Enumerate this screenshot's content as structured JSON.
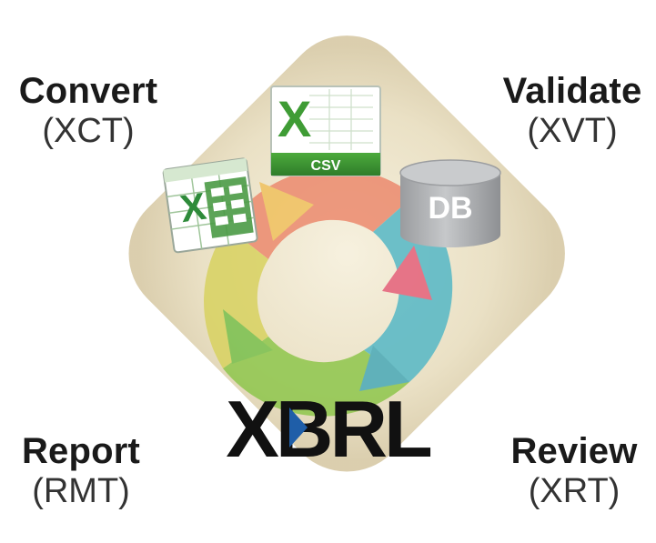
{
  "corners": {
    "convert": {
      "title": "Convert",
      "code": "(XCT)"
    },
    "validate": {
      "title": "Validate",
      "code": "(XVT)"
    },
    "report": {
      "title": "Report",
      "code": "(RMT)"
    },
    "review": {
      "title": "Review",
      "code": "(XRT)"
    }
  },
  "icons": {
    "spreadsheet": {
      "glyph": "X"
    },
    "csv": {
      "glyph": "X",
      "label": "CSV"
    },
    "database": {
      "label": "DB"
    }
  },
  "logo": {
    "text": "XBRL"
  },
  "colors": {
    "background_diamond": "#e8dfc4",
    "cycle_red": "#e05a6a",
    "cycle_teal": "#4fb9c8",
    "cycle_green": "#8cc94a",
    "cycle_yellow": "#f2cf5e",
    "excel_green": "#2e8b3a",
    "db_gray": "#a7a9ac",
    "logo_blue": "#1f5ea8"
  }
}
